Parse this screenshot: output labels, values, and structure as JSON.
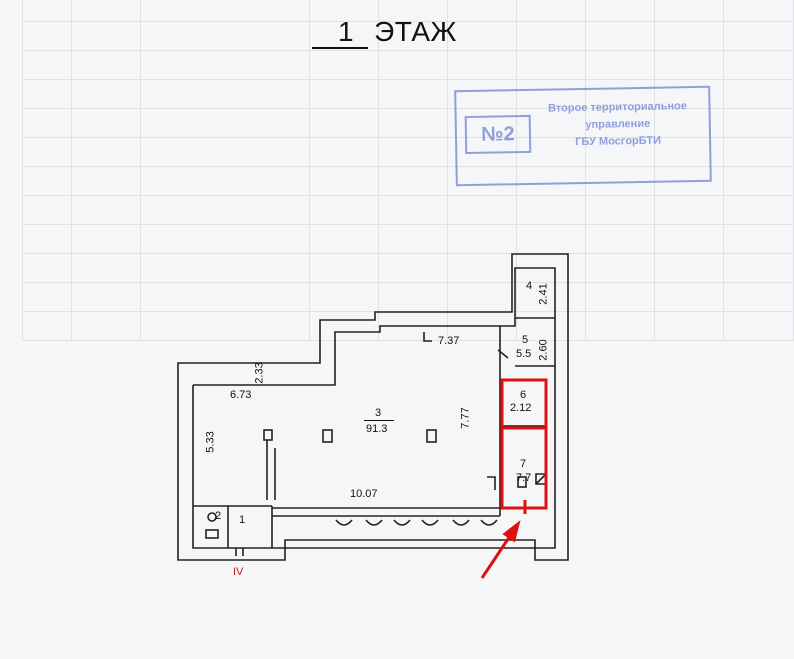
{
  "title": {
    "number": "1",
    "word": "ЭТАЖ"
  },
  "stamp": {
    "number": "№2",
    "org_lines": [
      "Второе территориальное",
      "управление",
      "ГБУ МосгорБТИ"
    ]
  },
  "rooms": [
    {
      "id": "1",
      "area": ""
    },
    {
      "id": "2",
      "area": ""
    },
    {
      "id": "3",
      "area": "91.3"
    },
    {
      "id": "4",
      "area": ""
    },
    {
      "id": "5",
      "area": "5.5"
    },
    {
      "id": "6",
      "area": "2.12"
    },
    {
      "id": "7",
      "area": "7.7"
    }
  ],
  "dimensions": [
    "6.73",
    "2.33",
    "7.37",
    "5.33",
    "7.77",
    "10.07",
    "2.41",
    "2.60"
  ],
  "entrance": "IV",
  "highlight_color": "#e01010",
  "stamp_color": "#7d90d8"
}
